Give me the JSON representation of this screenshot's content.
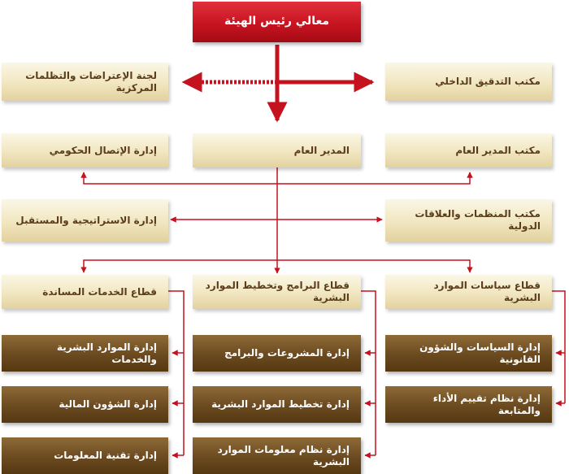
{
  "colors": {
    "red": "#c5121f",
    "light_box": "#f1e6c0",
    "dark_box": "#6b4a20",
    "light_text": "#5a3d1a"
  },
  "top": {
    "label": "معالي رئيس الهيئة"
  },
  "row1": {
    "left": "لجنة الإعتراضات والتظلمات المركزية",
    "right": "مكتب التدقيق الداخلي"
  },
  "row2": {
    "left": "إدارة الإتصال الحكومي",
    "center": "المدير العام",
    "right": "مكتب المدير العام"
  },
  "row3": {
    "left": "إدارة الاستراتيجية والمستقبل",
    "right": "مكتب المنظمات والعلاقات الدولية"
  },
  "sectors": {
    "left": "قطاع الخدمات المساندة",
    "center": "قطاع البرامج وتخطيط الموارد البشرية",
    "right": "قطاع سياسات الموارد البشرية"
  },
  "departments": {
    "left": [
      "إدارة الموارد البشرية والخدمات",
      "إدارة الشؤون المالية",
      "إدارة تقنية المعلومات"
    ],
    "center": [
      "إدارة المشروعات والبرامج",
      "إدارة تخطيط الموارد البشرية",
      "إدارة نظام معلومات الموارد البشرية"
    ],
    "right": [
      "إدارة السياسات والشؤون القانونية",
      "إدارة نظام تقييم الأداء والمتابعة"
    ]
  }
}
